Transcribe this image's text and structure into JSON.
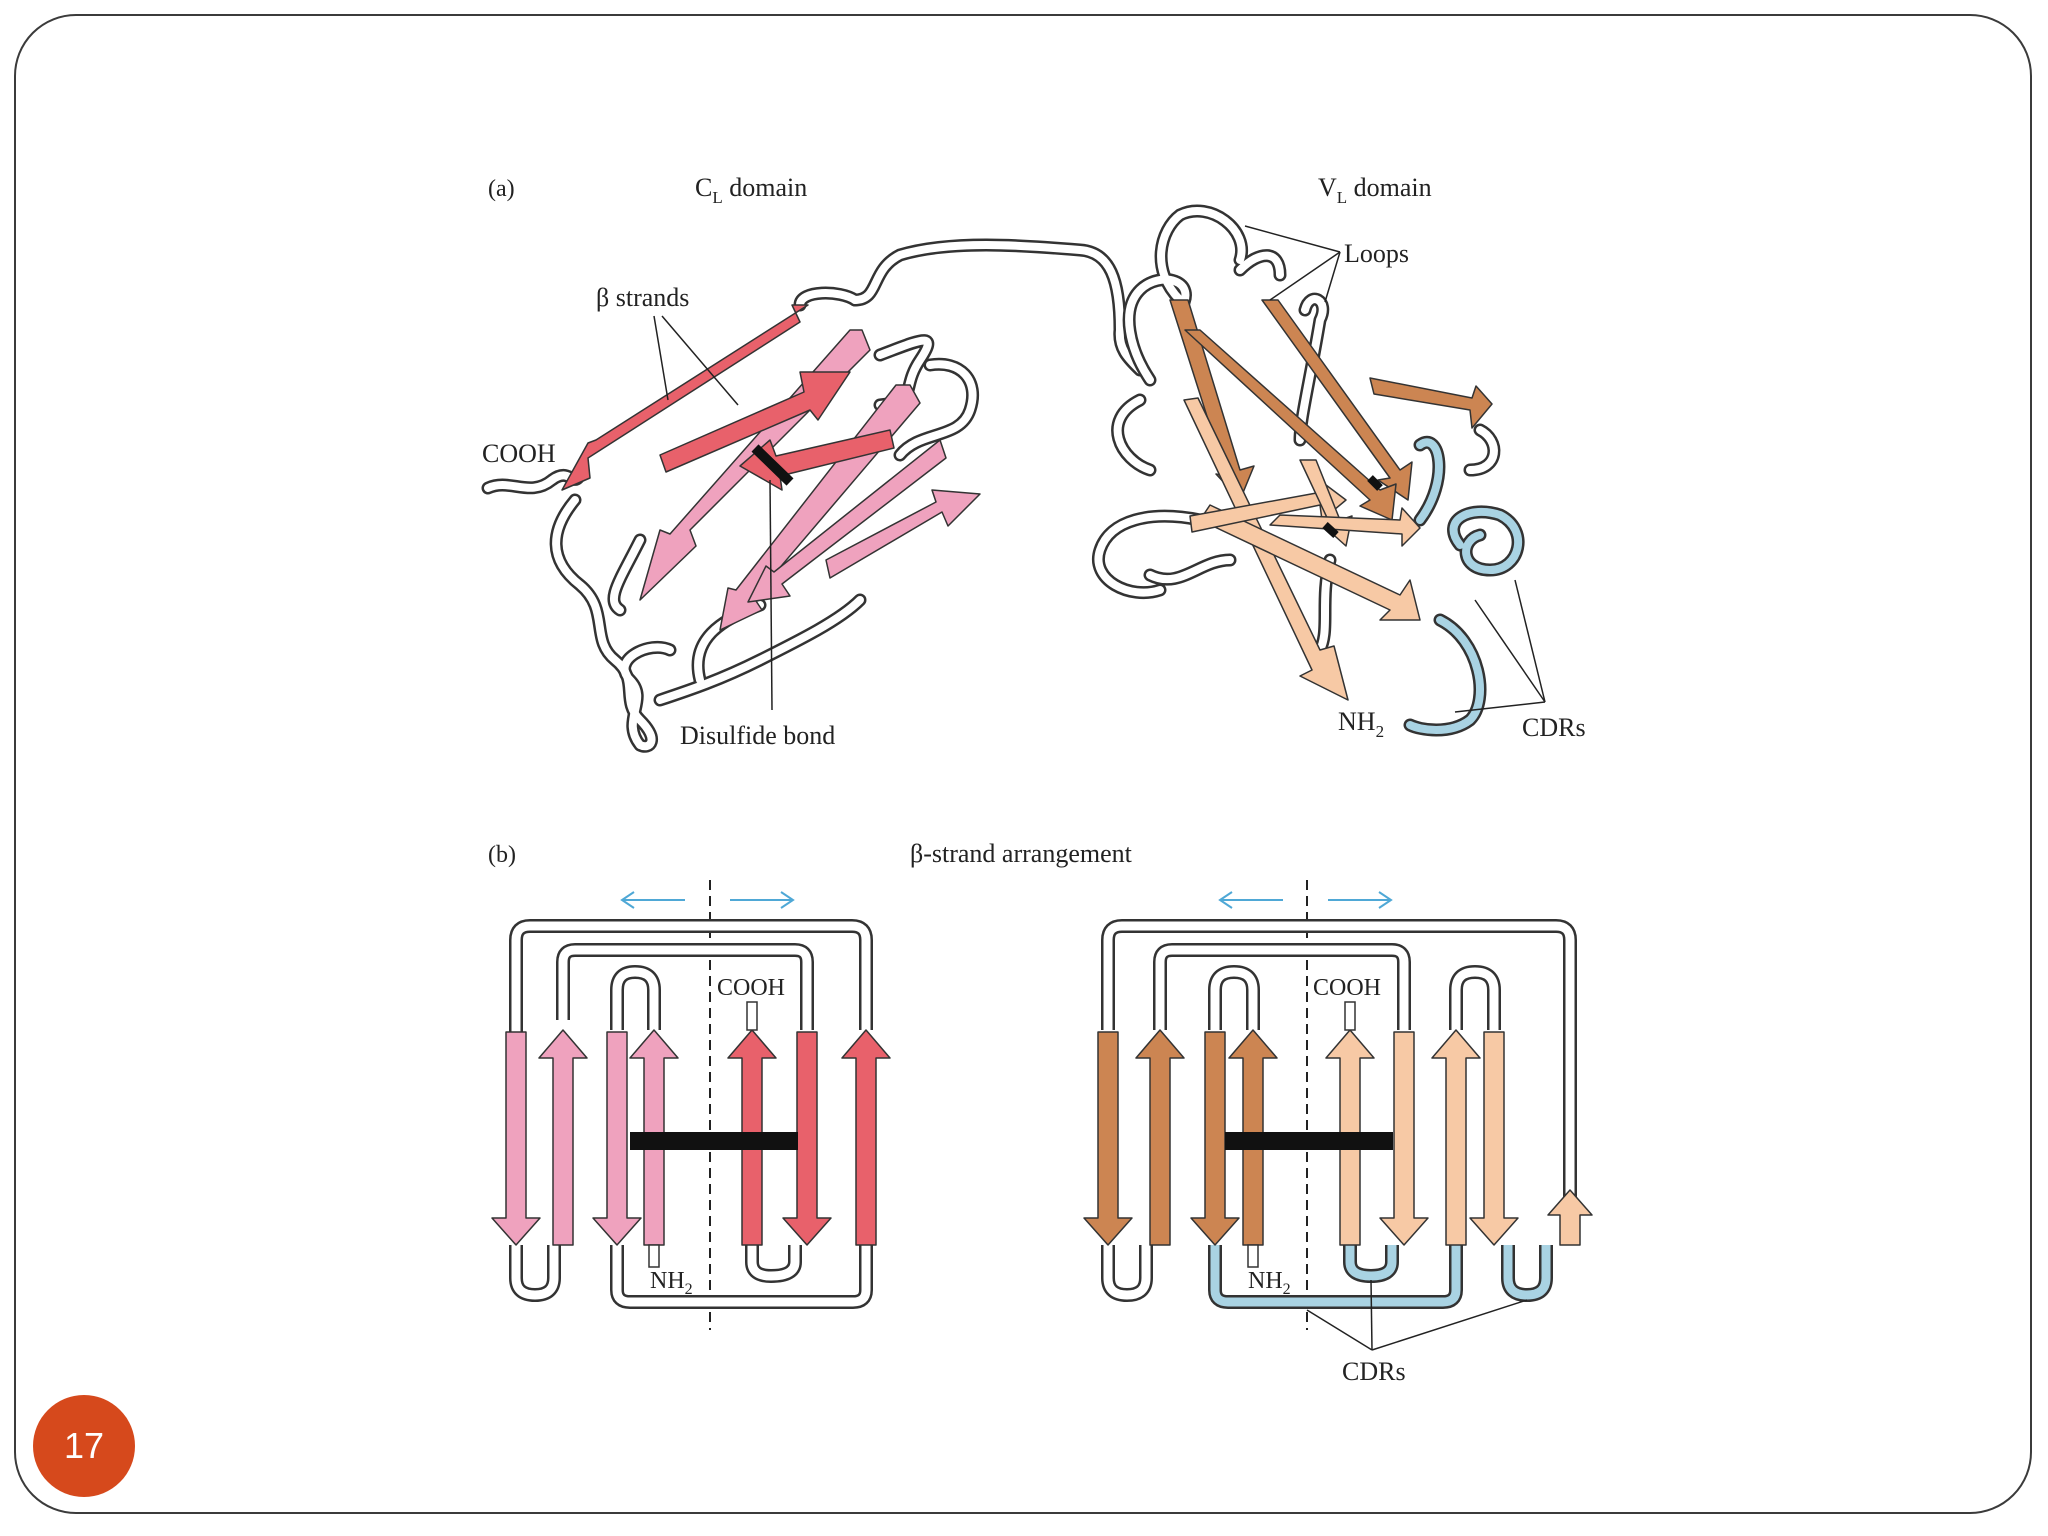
{
  "slide": {
    "page_number": "17"
  },
  "colors": {
    "cl_dark": "#E8616B",
    "cl_light": "#EFA2BE",
    "vl_dark": "#CC8552",
    "vl_light": "#F7C9A5",
    "cdr": "#A9D3E3",
    "badge": "#D6491C",
    "arrow_blue": "#4FA8D6"
  },
  "panel_a": {
    "label": "(a)",
    "cl_domain": {
      "text": "C",
      "sub": "L",
      "rest": " domain"
    },
    "vl_domain": {
      "text": "V",
      "sub": "L",
      "rest": " domain"
    },
    "beta_strands": "β strands",
    "cooh": "COOH",
    "disulfide_bond": "Disulfide bond",
    "loops": "Loops",
    "nh2": {
      "text": "NH",
      "sub": "2"
    },
    "cdrs": "CDRs"
  },
  "panel_b": {
    "label": "(b)",
    "title": "β-strand arrangement",
    "left": {
      "cooh": "COOH",
      "nh2": {
        "text": "NH",
        "sub": "2"
      }
    },
    "right": {
      "cooh": "COOH",
      "nh2": {
        "text": "NH",
        "sub": "2"
      },
      "cdrs": "CDRs"
    }
  }
}
